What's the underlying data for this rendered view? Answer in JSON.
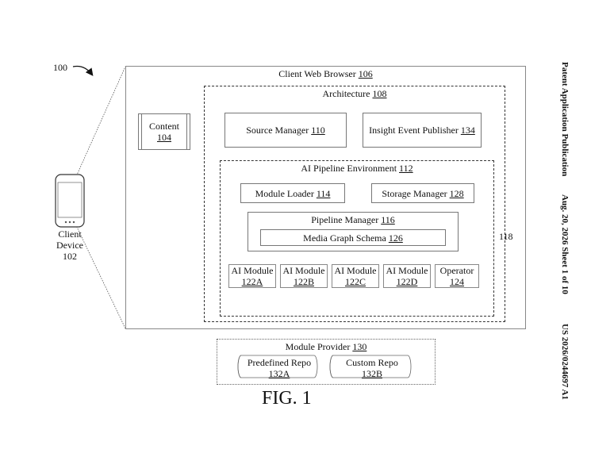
{
  "ref_100": "100",
  "client_device": {
    "line1": "Client",
    "line2": "Device",
    "ref": "102"
  },
  "browser": {
    "label": "Client Web Browser",
    "ref": "106"
  },
  "content": {
    "label": "Content",
    "ref": "104"
  },
  "architecture": {
    "label": "Architecture",
    "ref": "108"
  },
  "source_manager": {
    "label": "Source Manager",
    "ref": "110"
  },
  "insight_publisher": {
    "label": "Insight Event Publisher",
    "ref": "134"
  },
  "ai_pipeline": {
    "label": "AI Pipeline Environment",
    "ref": "112"
  },
  "module_loader": {
    "label": "Module Loader",
    "ref": "114"
  },
  "storage_manager": {
    "label": "Storage Manager",
    "ref": "128"
  },
  "pipeline_manager": {
    "label": "Pipeline Manager",
    "ref": "116"
  },
  "media_graph": {
    "label": "Media Graph Schema",
    "ref": "126"
  },
  "ref_118": "118",
  "modules": [
    {
      "label": "AI Module",
      "ref": "122A"
    },
    {
      "label": "AI Module",
      "ref": "122B"
    },
    {
      "label": "AI Module",
      "ref": "122C"
    },
    {
      "label": "AI Module",
      "ref": "122D"
    },
    {
      "label": "Operator",
      "ref": "124"
    }
  ],
  "module_provider": {
    "label": "Module Provider",
    "ref": "130"
  },
  "predefined_repo": {
    "label": "Predefined Repo",
    "ref": "132A"
  },
  "custom_repo": {
    "label": "Custom Repo",
    "ref": "132B"
  },
  "fig_label": "FIG. 1",
  "sidebar": {
    "publication": "Patent Application Publication",
    "date_sheet": "Aug. 20, 2026   Sheet 1 of 10",
    "number": "US 2026/0244697 A1"
  }
}
